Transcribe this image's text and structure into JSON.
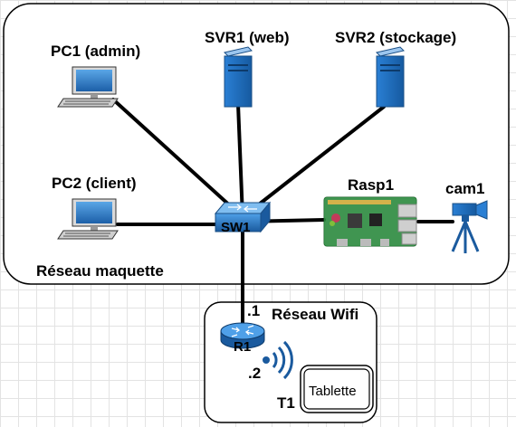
{
  "zones": {
    "maquette": {
      "label": "Réseau maquette"
    },
    "wifi": {
      "label": "Réseau Wifi"
    }
  },
  "devices": {
    "pc1": {
      "label": "PC1 (admin)",
      "icon": "desktop-computer-icon"
    },
    "pc2": {
      "label": "PC2 (client)",
      "icon": "desktop-computer-icon"
    },
    "svr1": {
      "label": "SVR1 (web)",
      "icon": "server-tower-icon"
    },
    "svr2": {
      "label": "SVR2 (stockage)",
      "icon": "server-tower-icon"
    },
    "sw1": {
      "label": "SW1",
      "icon": "network-switch-icon"
    },
    "rasp1": {
      "label": "Rasp1",
      "icon": "raspberry-pi-board-icon"
    },
    "cam1": {
      "label": "cam1",
      "icon": "camera-tripod-icon"
    },
    "r1": {
      "label": "R1",
      "icon": "router-icon",
      "ip_suffix": ".1"
    },
    "t1": {
      "label": "T1",
      "tablet_label": "Tablette",
      "icon": "tablet-icon",
      "ip_suffix": ".2"
    }
  },
  "colors": {
    "link": "#000000",
    "device_blue": "#1e70c8",
    "board_green": "#2b8a3e",
    "zone_border": "#000000"
  }
}
